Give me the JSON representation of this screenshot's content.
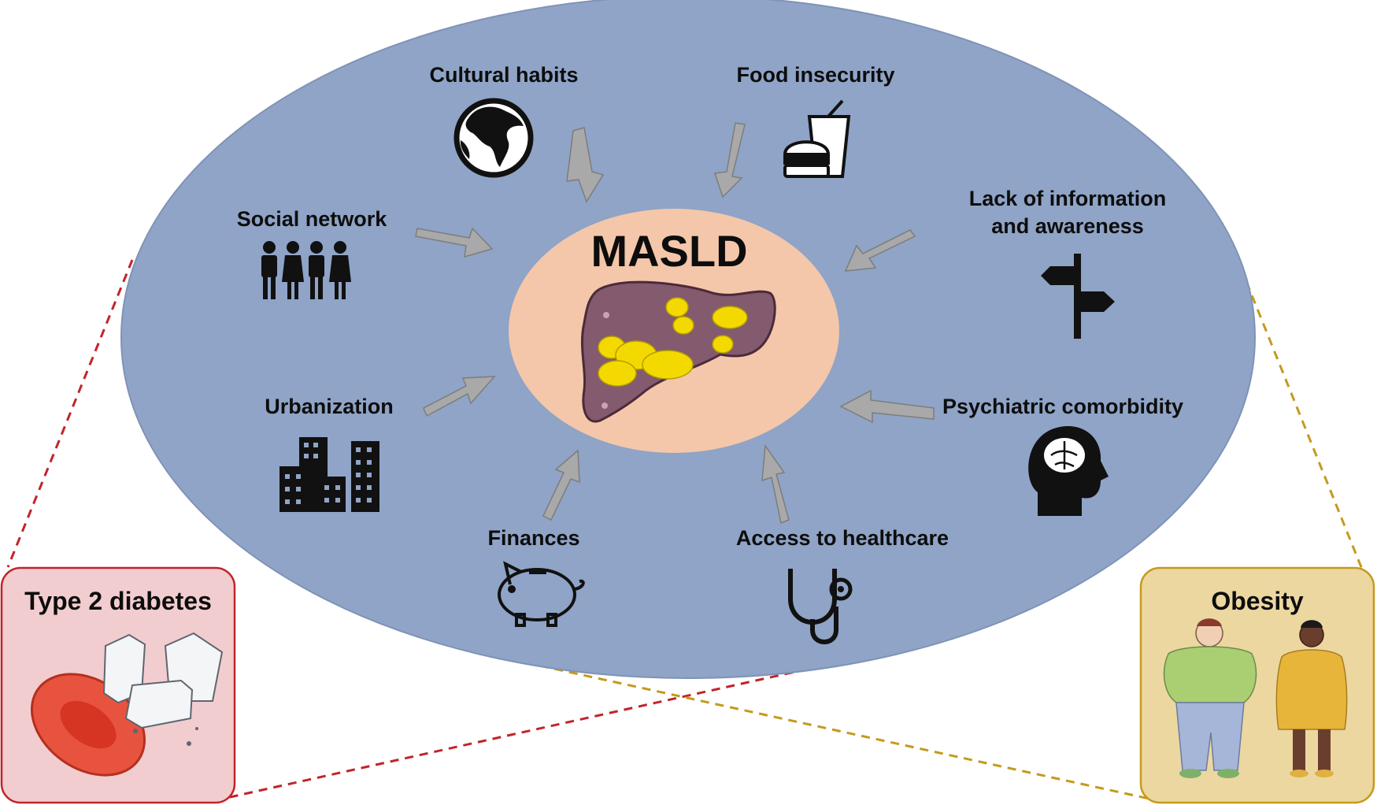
{
  "center": {
    "title": "MASLD"
  },
  "factors": {
    "cultural_habits": "Cultural habits",
    "food_insecurity": "Food insecurity",
    "social_network": "Social network",
    "lack_info_line1": "Lack of information",
    "lack_info_line2": "and awareness",
    "urbanization": "Urbanization",
    "psychiatric": "Psychiatric comorbidity",
    "finances": "Finances",
    "healthcare": "Access to healthcare"
  },
  "boxes": {
    "diabetes": "Type 2 diabetes",
    "obesity": "Obesity"
  },
  "icons": {
    "cultural_habits": "globe-icon",
    "food_insecurity": "fast-food-icon",
    "social_network": "people-group-icon",
    "lack_info": "signpost-icon",
    "urbanization": "city-buildings-icon",
    "psychiatric": "brain-head-icon",
    "finances": "piggy-bank-icon",
    "healthcare": "stethoscope-icon",
    "liver": "fatty-liver-icon",
    "diabetes": "blood-cell-sugar-cubes-icon",
    "obesity": "obese-people-icon"
  },
  "colors": {
    "ellipse": "#8fa4c6",
    "ellipse_border": "#7f93b6",
    "center": "#f4c7aa",
    "arrow": "#a9a9a9",
    "diabetes_box": "#f2cdd0",
    "diabetes_border": "#c0252b",
    "obesity_box": "#ecd7a0",
    "obesity_border": "#c49a1c"
  }
}
